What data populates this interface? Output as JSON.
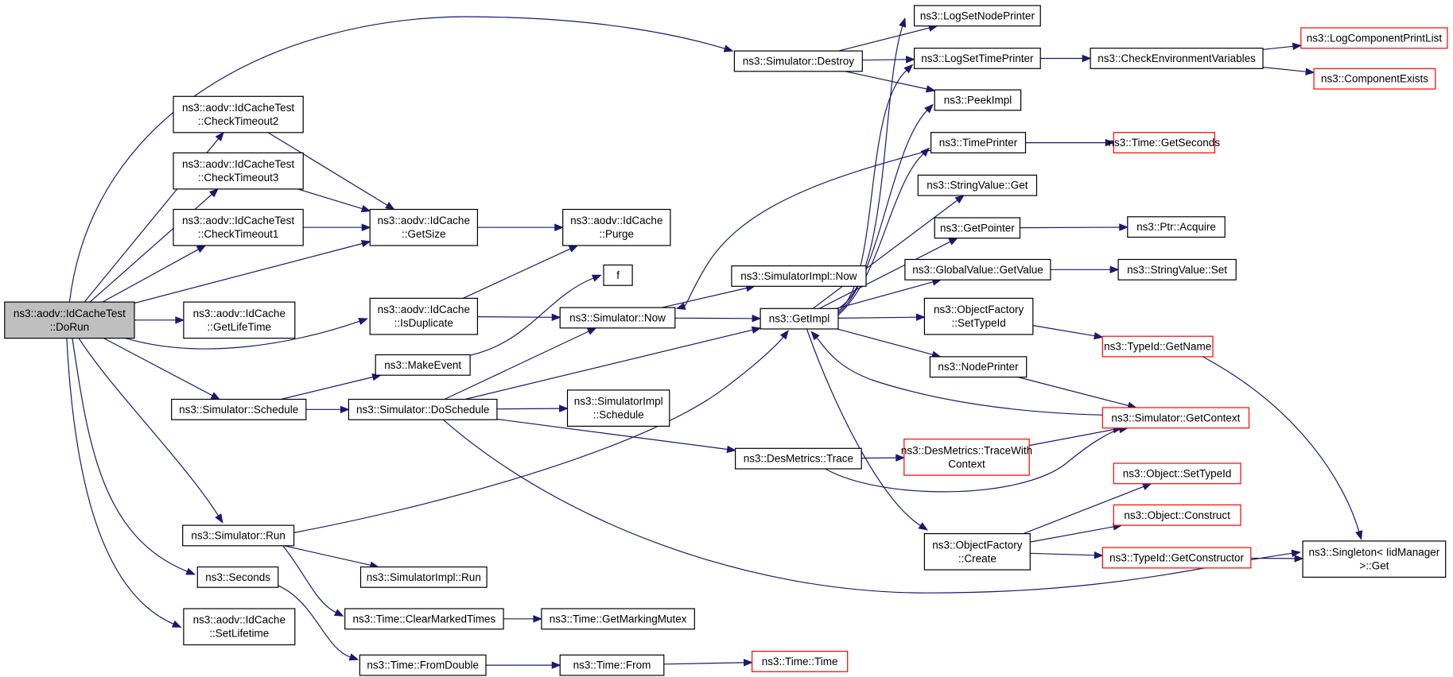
{
  "diagram": {
    "type": "call-graph",
    "nodes": [
      {
        "id": "dorun",
        "lines": [
          "ns3::aodv::IdCacheTest",
          "::DoRun"
        ],
        "style": "root"
      },
      {
        "id": "ct2",
        "lines": [
          "ns3::aodv::IdCacheTest",
          "::CheckTimeout2"
        ],
        "style": "normal"
      },
      {
        "id": "ct3",
        "lines": [
          "ns3::aodv::IdCacheTest",
          "::CheckTimeout3"
        ],
        "style": "normal"
      },
      {
        "id": "ct1",
        "lines": [
          "ns3::aodv::IdCacheTest",
          "::CheckTimeout1"
        ],
        "style": "normal"
      },
      {
        "id": "getlifetime",
        "lines": [
          "ns3::aodv::IdCache",
          "::GetLifeTime"
        ],
        "style": "normal"
      },
      {
        "id": "schedule",
        "lines": [
          "ns3::Simulator::Schedule"
        ],
        "style": "normal"
      },
      {
        "id": "run",
        "lines": [
          "ns3::Simulator::Run"
        ],
        "style": "normal"
      },
      {
        "id": "seconds",
        "lines": [
          "ns3::Seconds"
        ],
        "style": "normal"
      },
      {
        "id": "setlifetime",
        "lines": [
          "ns3::aodv::IdCache",
          "::SetLifetime"
        ],
        "style": "normal"
      },
      {
        "id": "getsize",
        "lines": [
          "ns3::aodv::IdCache",
          "::GetSize"
        ],
        "style": "normal"
      },
      {
        "id": "isdup",
        "lines": [
          "ns3::aodv::IdCache",
          "::IsDuplicate"
        ],
        "style": "normal"
      },
      {
        "id": "makeevent",
        "lines": [
          "ns3::MakeEvent"
        ],
        "style": "normal"
      },
      {
        "id": "doschedule",
        "lines": [
          "ns3::Simulator::DoSchedule"
        ],
        "style": "normal"
      },
      {
        "id": "implrun",
        "lines": [
          "ns3::SimulatorImpl::Run"
        ],
        "style": "normal"
      },
      {
        "id": "clearmarked",
        "lines": [
          "ns3::Time::ClearMarkedTimes"
        ],
        "style": "normal"
      },
      {
        "id": "fromdouble",
        "lines": [
          "ns3::Time::FromDouble"
        ],
        "style": "normal"
      },
      {
        "id": "purge",
        "lines": [
          "ns3::aodv::IdCache",
          "::Purge"
        ],
        "style": "normal"
      },
      {
        "id": "f",
        "lines": [
          "f"
        ],
        "style": "normal"
      },
      {
        "id": "simnow",
        "lines": [
          "ns3::Simulator::Now"
        ],
        "style": "normal"
      },
      {
        "id": "implsched",
        "lines": [
          "ns3::SimulatorImpl",
          "::Schedule"
        ],
        "style": "normal"
      },
      {
        "id": "getmutex",
        "lines": [
          "ns3::Time::GetMarkingMutex"
        ],
        "style": "normal"
      },
      {
        "id": "timefrom",
        "lines": [
          "ns3::Time::From"
        ],
        "style": "normal"
      },
      {
        "id": "destroy",
        "lines": [
          "ns3::Simulator::Destroy"
        ],
        "style": "normal"
      },
      {
        "id": "implnow",
        "lines": [
          "ns3::SimulatorImpl::Now"
        ],
        "style": "normal"
      },
      {
        "id": "getimpl",
        "lines": [
          "ns3::GetImpl"
        ],
        "style": "normal"
      },
      {
        "id": "trace",
        "lines": [
          "ns3::DesMetrics::Trace"
        ],
        "style": "normal"
      },
      {
        "id": "timetime",
        "lines": [
          "ns3::Time::Time"
        ],
        "style": "red"
      },
      {
        "id": "lognode",
        "lines": [
          "ns3::LogSetNodePrinter"
        ],
        "style": "normal"
      },
      {
        "id": "logtime",
        "lines": [
          "ns3::LogSetTimePrinter"
        ],
        "style": "normal"
      },
      {
        "id": "peekimpl",
        "lines": [
          "ns3::PeekImpl"
        ],
        "style": "normal"
      },
      {
        "id": "timeprinter",
        "lines": [
          "ns3::TimePrinter"
        ],
        "style": "normal"
      },
      {
        "id": "strget",
        "lines": [
          "ns3::StringValue::Get"
        ],
        "style": "normal"
      },
      {
        "id": "getpointer",
        "lines": [
          "ns3::GetPointer"
        ],
        "style": "normal"
      },
      {
        "id": "gvget",
        "lines": [
          "ns3::GlobalValue::GetValue"
        ],
        "style": "normal"
      },
      {
        "id": "ofsettid",
        "lines": [
          "ns3::ObjectFactory",
          "::SetTypeId"
        ],
        "style": "normal"
      },
      {
        "id": "nodeprinter",
        "lines": [
          "ns3::NodePrinter"
        ],
        "style": "normal"
      },
      {
        "id": "tracectx",
        "lines": [
          "ns3::DesMetrics::TraceWith",
          "Context"
        ],
        "style": "red"
      },
      {
        "id": "ofcreate",
        "lines": [
          "ns3::ObjectFactory",
          "::Create"
        ],
        "style": "normal"
      },
      {
        "id": "checkenv",
        "lines": [
          "ns3::CheckEnvironmentVariables"
        ],
        "style": "normal"
      },
      {
        "id": "getseconds",
        "lines": [
          "ns3::Time::GetSeconds"
        ],
        "style": "red"
      },
      {
        "id": "ptracq",
        "lines": [
          "ns3::Ptr::Acquire"
        ],
        "style": "normal"
      },
      {
        "id": "strset",
        "lines": [
          "ns3::StringValue::Set"
        ],
        "style": "normal"
      },
      {
        "id": "getname",
        "lines": [
          "ns3::TypeId::GetName"
        ],
        "style": "red"
      },
      {
        "id": "getctx",
        "lines": [
          "ns3::Simulator::GetContext"
        ],
        "style": "red"
      },
      {
        "id": "objsettid",
        "lines": [
          "ns3::Object::SetTypeId"
        ],
        "style": "red"
      },
      {
        "id": "objconstruct",
        "lines": [
          "ns3::Object::Construct"
        ],
        "style": "red"
      },
      {
        "id": "getctor",
        "lines": [
          "ns3::TypeId::GetConstructor"
        ],
        "style": "red"
      },
      {
        "id": "logcpl",
        "lines": [
          "ns3::LogComponentPrintList"
        ],
        "style": "red"
      },
      {
        "id": "compexists",
        "lines": [
          "ns3::ComponentExists"
        ],
        "style": "red"
      },
      {
        "id": "singleton",
        "lines": [
          "ns3::Singleton< IidManager",
          " >::Get"
        ],
        "style": "normal"
      }
    ],
    "edges": [
      [
        "dorun",
        "destroy"
      ],
      [
        "dorun",
        "ct2"
      ],
      [
        "dorun",
        "ct3"
      ],
      [
        "dorun",
        "ct1"
      ],
      [
        "dorun",
        "getsize"
      ],
      [
        "dorun",
        "getlifetime"
      ],
      [
        "dorun",
        "isdup"
      ],
      [
        "dorun",
        "schedule"
      ],
      [
        "dorun",
        "run"
      ],
      [
        "dorun",
        "seconds"
      ],
      [
        "dorun",
        "setlifetime"
      ],
      [
        "ct2",
        "getsize"
      ],
      [
        "ct3",
        "getsize"
      ],
      [
        "ct1",
        "getsize"
      ],
      [
        "getsize",
        "purge"
      ],
      [
        "isdup",
        "purge"
      ],
      [
        "isdup",
        "simnow"
      ],
      [
        "schedule",
        "makeevent"
      ],
      [
        "schedule",
        "doschedule"
      ],
      [
        "makeevent",
        "f"
      ],
      [
        "doschedule",
        "simnow"
      ],
      [
        "doschedule",
        "getimpl"
      ],
      [
        "doschedule",
        "implsched"
      ],
      [
        "doschedule",
        "trace"
      ],
      [
        "doschedule",
        "singleton"
      ],
      [
        "run",
        "getimpl"
      ],
      [
        "run",
        "implrun"
      ],
      [
        "run",
        "clearmarked"
      ],
      [
        "seconds",
        "fromdouble"
      ],
      [
        "clearmarked",
        "getmutex"
      ],
      [
        "fromdouble",
        "timefrom"
      ],
      [
        "timefrom",
        "timetime"
      ],
      [
        "simnow",
        "implnow"
      ],
      [
        "simnow",
        "getimpl"
      ],
      [
        "destroy",
        "lognode"
      ],
      [
        "destroy",
        "logtime"
      ],
      [
        "destroy",
        "peekimpl"
      ],
      [
        "getimpl",
        "lognode"
      ],
      [
        "getimpl",
        "logtime"
      ],
      [
        "getimpl",
        "peekimpl"
      ],
      [
        "getimpl",
        "timeprinter"
      ],
      [
        "getimpl",
        "strget"
      ],
      [
        "getimpl",
        "getpointer"
      ],
      [
        "getimpl",
        "gvget"
      ],
      [
        "getimpl",
        "ofsettid"
      ],
      [
        "getimpl",
        "nodeprinter"
      ],
      [
        "getimpl",
        "ofcreate"
      ],
      [
        "timeprinter",
        "simnow"
      ],
      [
        "timeprinter",
        "getseconds"
      ],
      [
        "logtime",
        "checkenv"
      ],
      [
        "checkenv",
        "logcpl"
      ],
      [
        "checkenv",
        "compexists"
      ],
      [
        "getpointer",
        "ptracq"
      ],
      [
        "gvget",
        "strset"
      ],
      [
        "ofsettid",
        "getname"
      ],
      [
        "getname",
        "singleton"
      ],
      [
        "nodeprinter",
        "getctx"
      ],
      [
        "getctx",
        "getimpl"
      ],
      [
        "trace",
        "tracectx"
      ],
      [
        "trace",
        "getctx"
      ],
      [
        "tracectx",
        "getctx"
      ],
      [
        "ofcreate",
        "objsettid"
      ],
      [
        "ofcreate",
        "objconstruct"
      ],
      [
        "ofcreate",
        "getctor"
      ],
      [
        "getctor",
        "singleton"
      ]
    ]
  }
}
